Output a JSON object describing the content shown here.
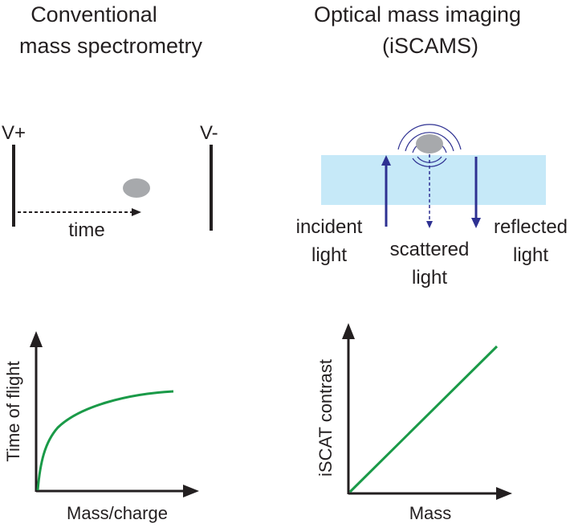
{
  "left_panel": {
    "title_line1": "Conventional",
    "title_line2": "mass spectrometry",
    "v_plus": "V+",
    "v_minus": "V-",
    "time_label": "time",
    "graph": {
      "ylabel": "Time of flight",
      "xlabel": "Mass/charge",
      "curve_color": "#1a9a48"
    }
  },
  "right_panel": {
    "title_line1": "Optical mass imaging",
    "title_line2": "(iSCAMS)",
    "incident_line1": "incident",
    "incident_line2": "light",
    "scattered_line1": "scattered",
    "scattered_line2": "light",
    "reflected_line1": "reflected",
    "reflected_line2": "light",
    "graph": {
      "ylabel": "iSCAT contrast",
      "xlabel": "Mass",
      "line_color": "#1a9a48"
    }
  },
  "colors": {
    "glass": "#c6e9f8",
    "arrow_blue": "#2e3192",
    "particle": "#a7a9ac",
    "ink": "#231f20"
  }
}
